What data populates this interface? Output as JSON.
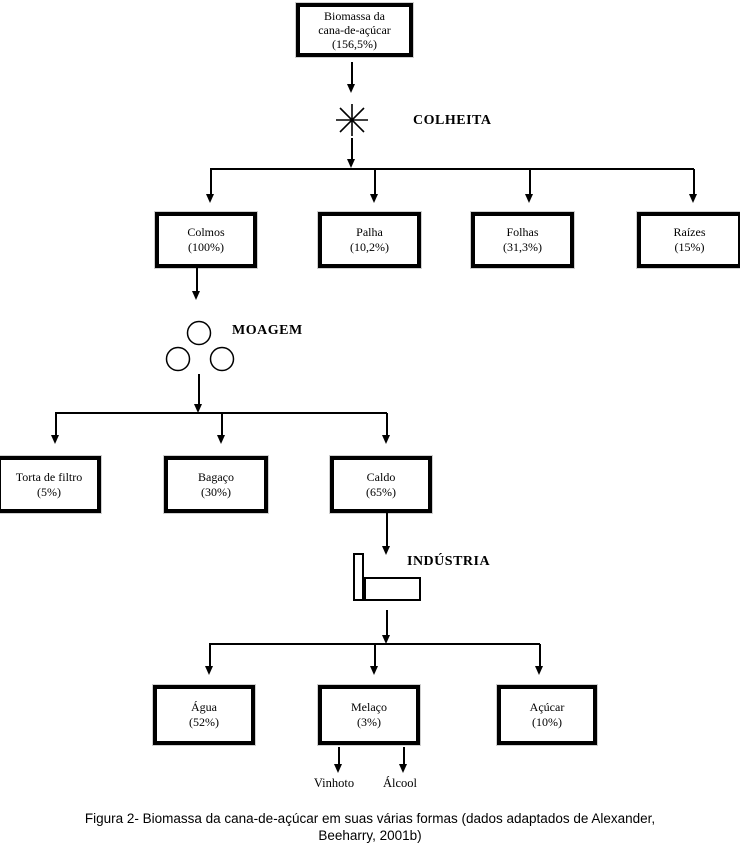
{
  "diagram": {
    "root": {
      "line1": "Biomassa da",
      "line2": "cana-de-açúcar",
      "value": "(156,5%)"
    },
    "stages": {
      "colheita": "COLHEITA",
      "moagem": "MOAGEM",
      "industria": "INDÚSTRIA"
    },
    "level1": [
      {
        "label": "Colmos",
        "value": "(100%)"
      },
      {
        "label": "Palha",
        "value": "(10,2%)"
      },
      {
        "label": "Folhas",
        "value": "(31,3%)"
      },
      {
        "label": "Raízes",
        "value": "(15%)"
      }
    ],
    "level2": [
      {
        "label": "Torta de filtro",
        "value": "(5%)"
      },
      {
        "label": "Bagaço",
        "value": "(30%)"
      },
      {
        "label": "Caldo",
        "value": "(65%)"
      }
    ],
    "level3": [
      {
        "label": "Água",
        "value": "(52%)"
      },
      {
        "label": "Melaço",
        "value": "(3%)"
      },
      {
        "label": "Açúcar",
        "value": "(10%)"
      }
    ],
    "outputs": [
      "Vinhoto",
      "Álcool"
    ],
    "colors": {
      "ink": "#000000",
      "background": "#ffffff"
    }
  },
  "caption": {
    "line1": "Figura 2- Biomassa da cana-de-açúcar em suas várias formas (dados adaptados de Alexander,",
    "line2": "Beeharry, 2001b)"
  }
}
